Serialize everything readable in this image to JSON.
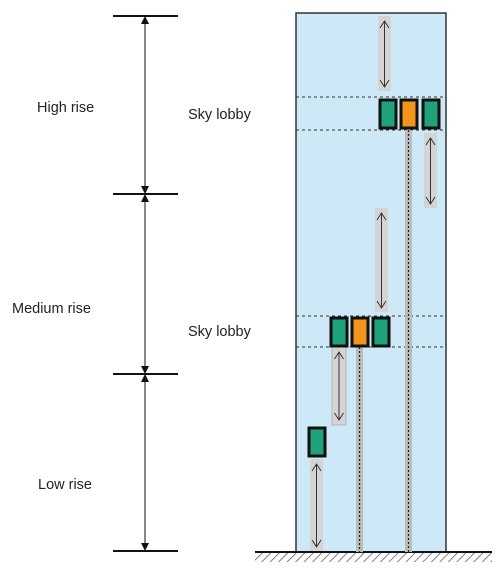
{
  "zones": [
    {
      "key": "high",
      "label": "High rise"
    },
    {
      "key": "medium",
      "label": "Medium rise"
    },
    {
      "key": "low",
      "label": "Low rise"
    }
  ],
  "sky_lobbies": [
    {
      "key": "upper",
      "label": "Sky lobby"
    },
    {
      "key": "lower",
      "label": "Sky lobby"
    }
  ],
  "colors": {
    "building_fill": "#cde8f6",
    "car_local": "#1fa37a",
    "car_express": "#f3941d",
    "car_outline": "#111111",
    "shaft": "#bbbbbb",
    "travel_arrow": "#d4d4d4"
  }
}
